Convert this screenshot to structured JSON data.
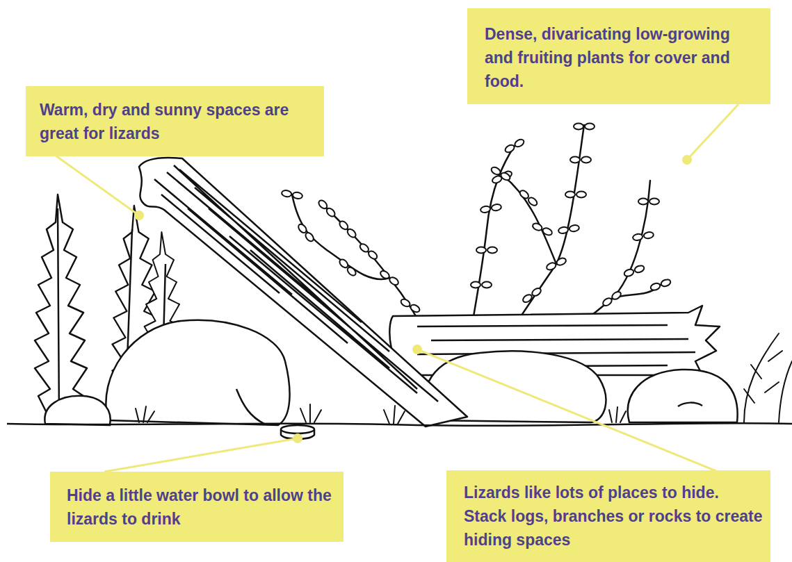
{
  "diagram": {
    "nodes": [
      {
        "text": [
          "Dense, divaricating low-growing and fruiting plants for cover and food."
        ]
      },
      {
        "text": [
          "Warm, dry and sunny spaces are great for lizards"
        ]
      },
      {
        "text": [
          "Hide a little water bowl to allow the lizards to drink"
        ]
      },
      {
        "text": [
          "Lizards like lots of places to hide. Stack logs, branches or rocks to create hiding spaces"
        ]
      }
    ]
  }
}
